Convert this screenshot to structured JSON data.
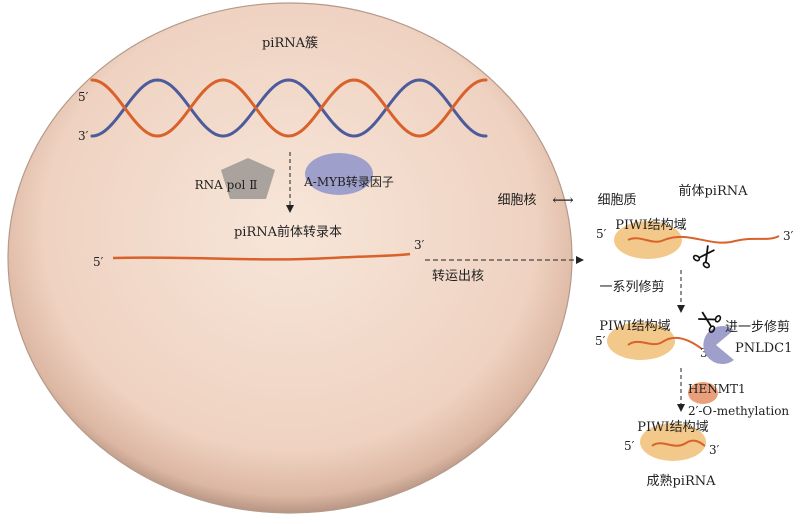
{
  "nucleus": {
    "cluster_label": "piRNA簇",
    "dna_5": "5′",
    "dna_3": "3′",
    "rna_pol_label": "RNA pol Ⅱ",
    "amyb_label": "A-MYB转录因子",
    "transcript_label": "piRNA前体转录本",
    "transcript_5": "5′",
    "transcript_3": "3′",
    "export_label": "转运出核"
  },
  "compartments": {
    "nucleus_label": "细胞核",
    "arrow_glyph": "⟷",
    "cytoplasm_label": "细胞质"
  },
  "cytoplasm": {
    "pre_pirna_label": "前体piRNA",
    "stage1": {
      "domain": "PIWI结构域",
      "five": "5′",
      "three": "3′"
    },
    "step1_label": "一系列修剪",
    "stage2": {
      "domain": "PIWI结构域",
      "five": "5′",
      "three": "3′"
    },
    "trim_label": "进一步修剪",
    "pnldc1_label": "PNLDC1",
    "henmt1_label": "HENMT1",
    "methylation_label": "2′-O-methylation",
    "stage3": {
      "domain": "PIWI结构域",
      "five": "5′",
      "three": "3′"
    },
    "mature_label": "成熟piRNA"
  },
  "colors": {
    "strand_orange": "#d9622b",
    "strand_blue": "#4b5b9c",
    "piwi": "#f2c98a",
    "pnldc1": "#9f9fcb",
    "henmt1": "#e9a07a",
    "rna_pol": "#aaa39d"
  }
}
